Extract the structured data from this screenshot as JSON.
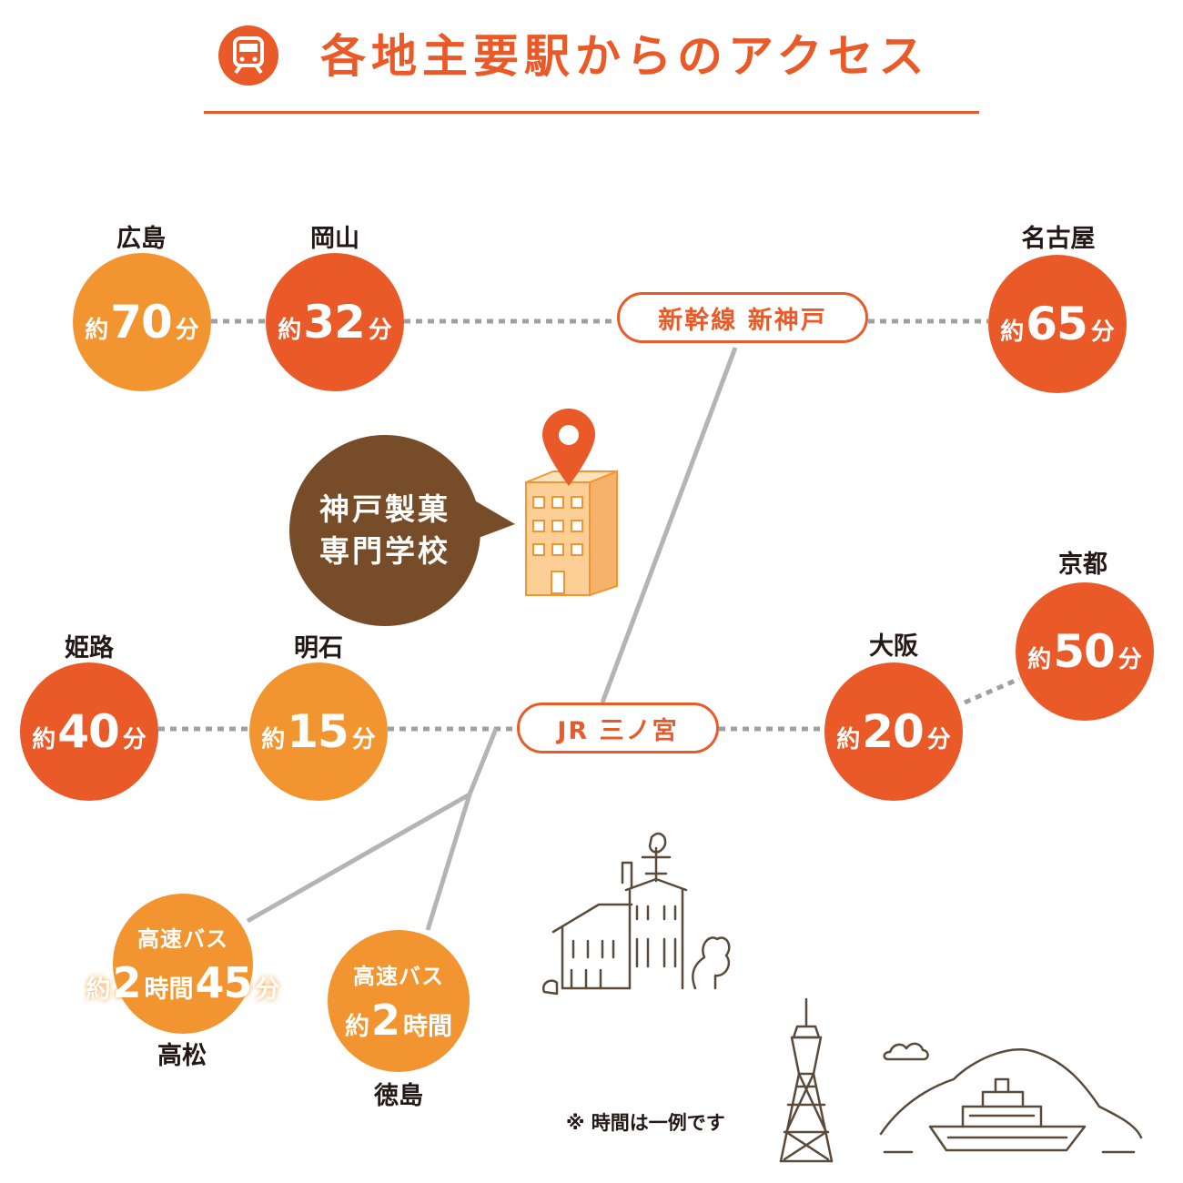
{
  "title": "各地主要駅からのアクセス",
  "icons": {
    "title": "train-icon",
    "school": "building-icon",
    "pin": "location-pin-icon"
  },
  "colors": {
    "accent": "#ea5a28",
    "orange": "#f29530",
    "brown": "#774c28",
    "line_gray": "#b4b4b4",
    "dotted": "#a0a0a0"
  },
  "school": {
    "line1": "神戸製菓",
    "line2": "専門学校"
  },
  "stations": {
    "shinkobe": "新幹線 新神戸",
    "sannomiya": "JR 三ノ宮"
  },
  "labels": {
    "yaku": "約",
    "fun": "分",
    "jikan": "時間",
    "bus": "高速バス"
  },
  "destinations": {
    "hiroshima": {
      "name": "広島",
      "minutes": "70"
    },
    "okayama": {
      "name": "岡山",
      "minutes": "32"
    },
    "nagoya": {
      "name": "名古屋",
      "minutes": "65"
    },
    "himeji": {
      "name": "姫路",
      "minutes": "40"
    },
    "akashi": {
      "name": "明石",
      "minutes": "15"
    },
    "osaka": {
      "name": "大阪",
      "minutes": "20"
    },
    "kyoto": {
      "name": "京都",
      "minutes": "50"
    },
    "takamatsu": {
      "name": "高松",
      "hours": "2",
      "minutes": "45"
    },
    "tokushima": {
      "name": "徳島",
      "hours": "2"
    }
  },
  "note": "※ 時間は一例です"
}
